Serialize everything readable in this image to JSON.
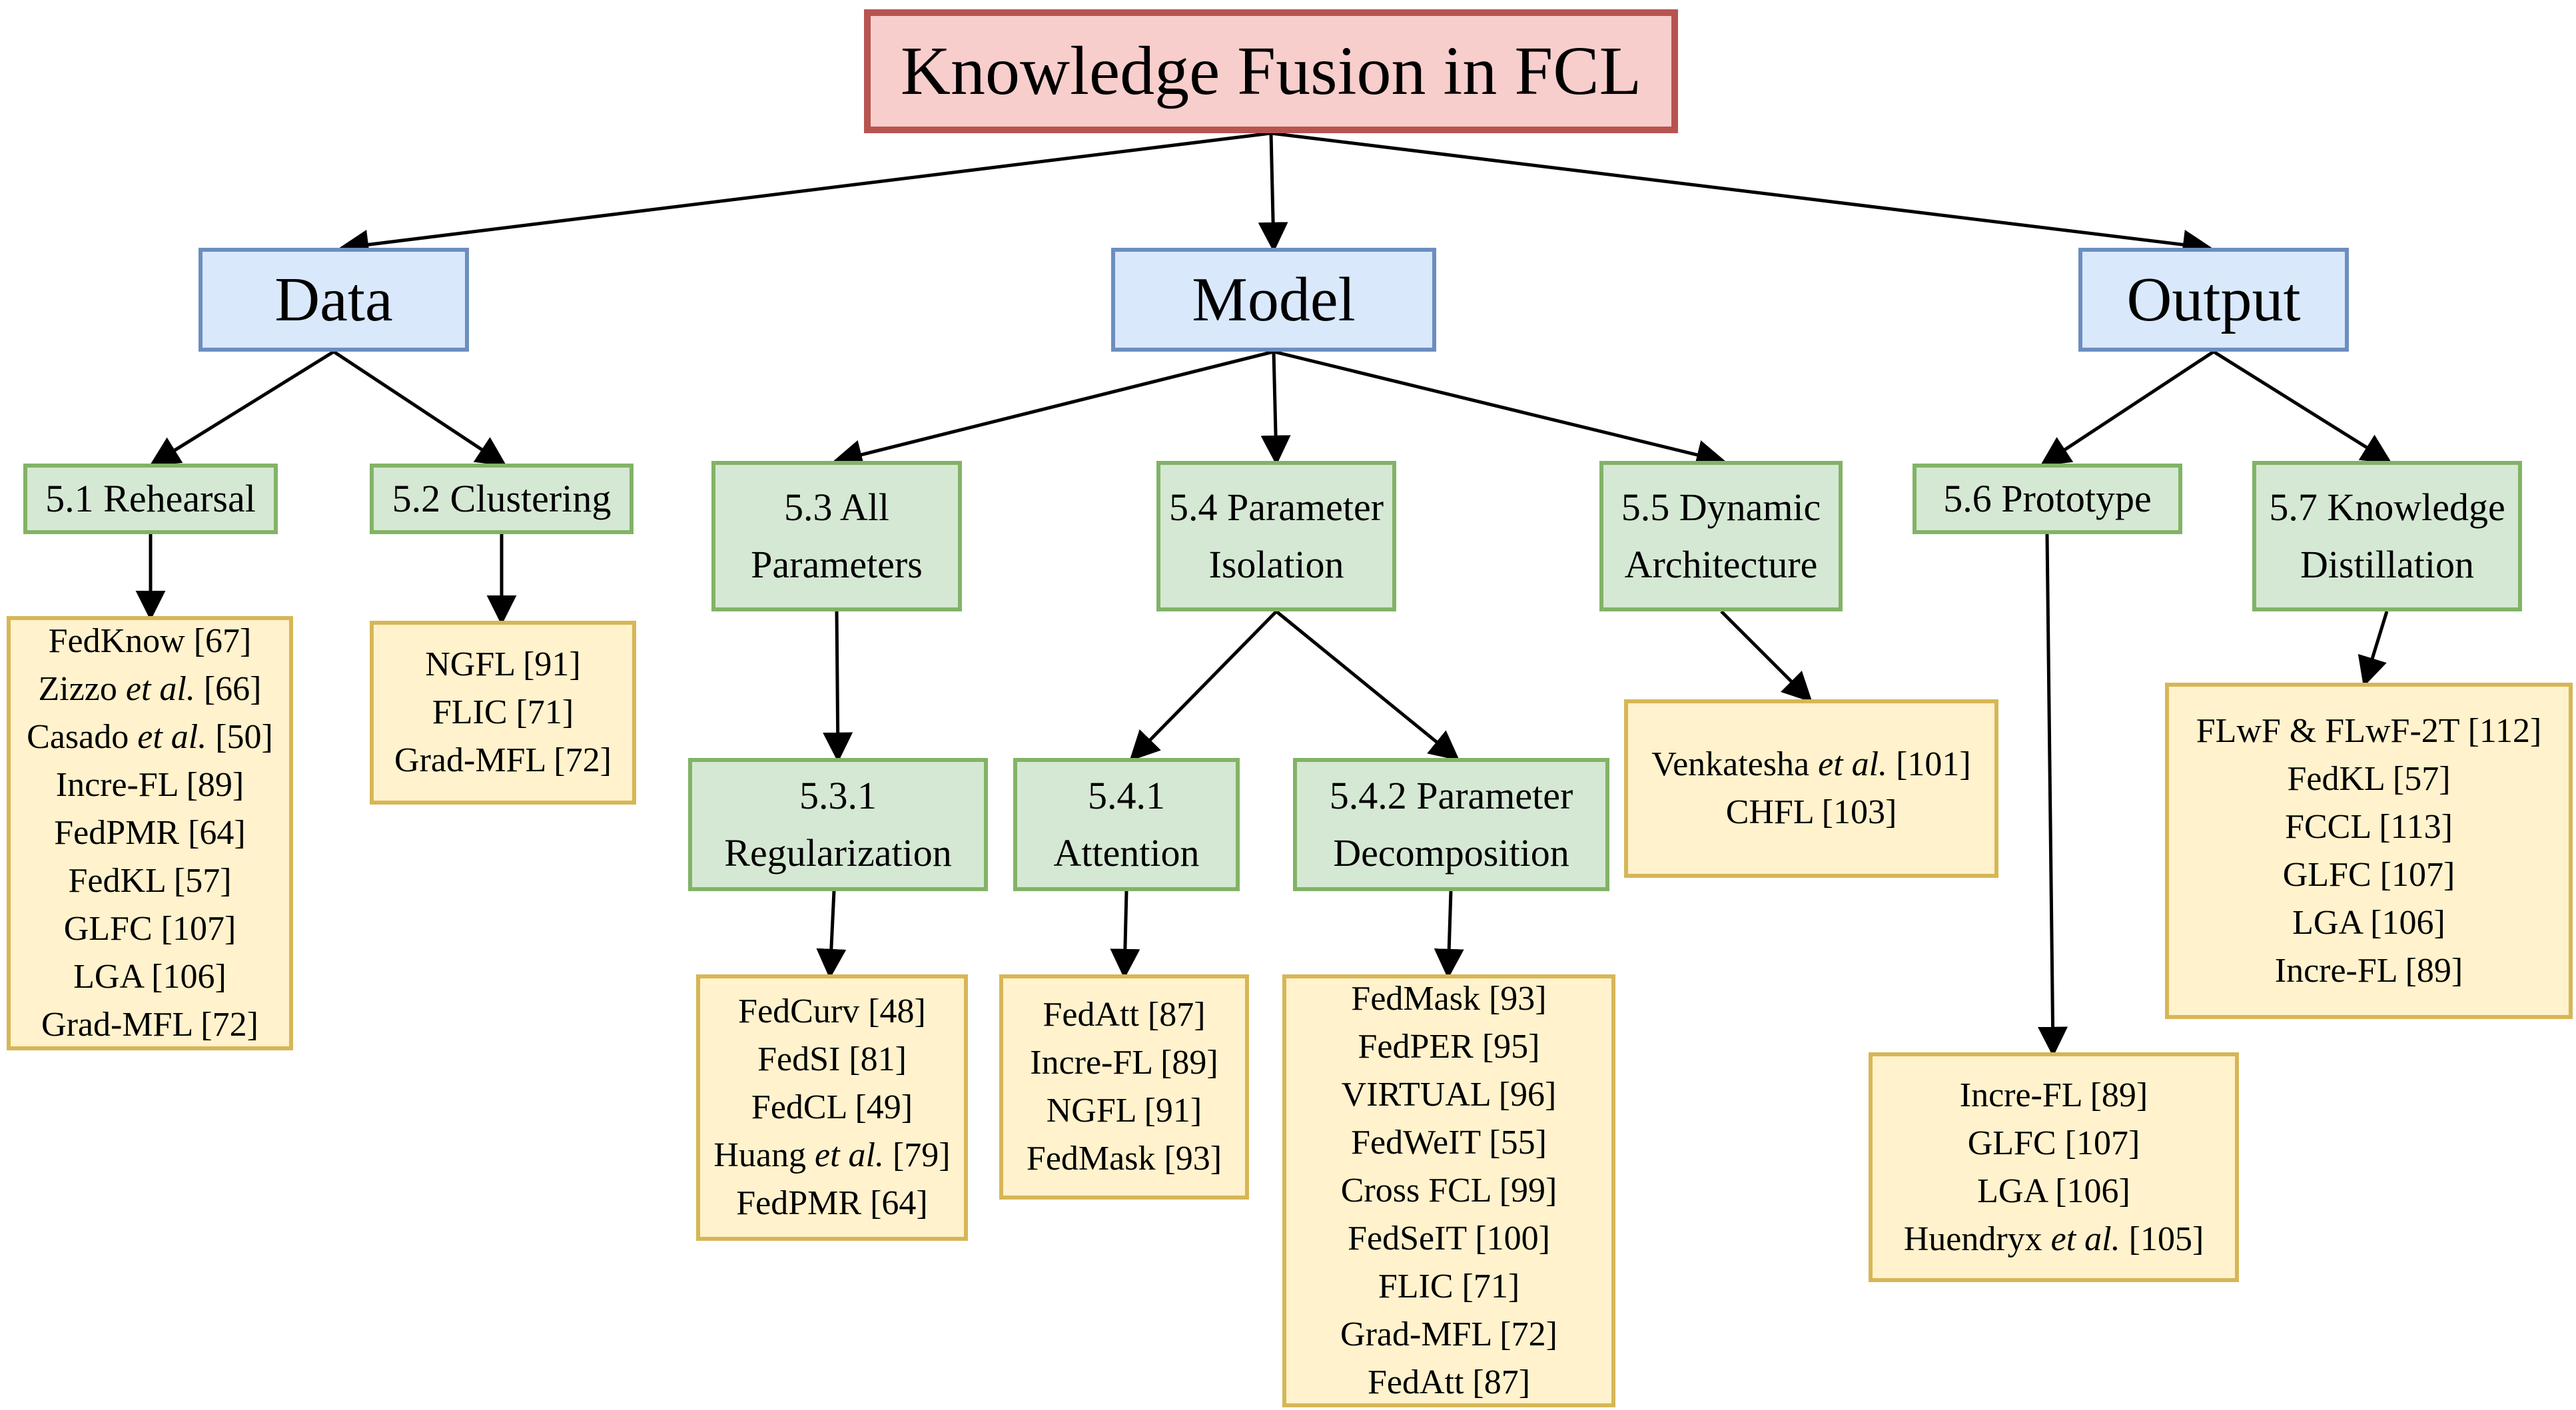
{
  "title": "Knowledge Fusion in FCL",
  "branches": {
    "data": "Data",
    "model": "Model",
    "output": "Output"
  },
  "categories": {
    "c51": "5.1 Rehearsal",
    "c52": "5.2 Clustering",
    "c53": "5.3 All Parameters",
    "c54": "5.4 Parameter Isolation",
    "c55": "5.5 Dynamic Architecture",
    "c56": "5.6 Prototype",
    "c57": "5.7 Knowledge Distillation",
    "c531": "5.3.1 Regularization",
    "c541": "5.4.1 Attention",
    "c542": "5.4.2 Parameter Decomposition"
  },
  "leaves": {
    "rehearsal": [
      "FedKnow [67]",
      "Zizzo et al. [66]",
      "Casado et al. [50]",
      "Incre-FL [89]",
      "FedPMR [64]",
      "FedKL [57]",
      "GLFC [107]",
      "LGA [106]",
      "Grad-MFL [72]"
    ],
    "clustering": [
      "NGFL [91]",
      "FLIC [71]",
      "Grad-MFL [72]"
    ],
    "regularization": [
      "FedCurv [48]",
      "FedSI [81]",
      "FedCL [49]",
      "Huang et al. [79]",
      "FedPMR [64]"
    ],
    "attention": [
      "FedAtt [87]",
      "Incre-FL [89]",
      "NGFL [91]",
      "FedMask [93]"
    ],
    "decomposition": [
      "FedMask [93]",
      "FedPER [95]",
      "VIRTUAL [96]",
      "FedWeIT [55]",
      "Cross FCL [99]",
      "FedSeIT [100]",
      "FLIC [71]",
      "Grad-MFL [72]",
      "FedAtt [87]"
    ],
    "dynamic": [
      "Venkatesha et al. [101]",
      "CHFL [103]"
    ],
    "prototype": [
      "Incre-FL [89]",
      "GLFC [107]",
      "LGA [106]",
      "Huendryx et al. [105]"
    ],
    "distillation": [
      "FLwF & FLwF-2T [112]",
      "FedKL [57]",
      "FCCL [113]",
      "GLFC [107]",
      "LGA [106]",
      "Incre-FL [89]"
    ]
  },
  "colors": {
    "root_fill": "#F8CECC",
    "root_border": "#B85450",
    "branch_fill": "#DAE8FC",
    "branch_border": "#6C8EBF",
    "category_fill": "#D5E8D4",
    "category_border": "#82B366",
    "leaf_fill": "#FFF2CC",
    "leaf_border": "#D6B656",
    "arrow": "#000000"
  }
}
